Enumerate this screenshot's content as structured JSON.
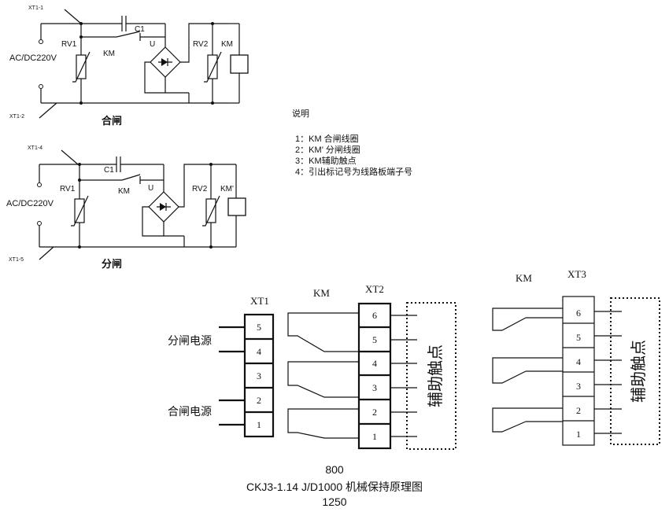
{
  "circuits": {
    "closing": {
      "terminal_top": "XT1-1",
      "terminal_bottom": "XT1-2",
      "supply": "AC/DC220V",
      "capacitor": "C1",
      "varistor1": "RV1",
      "contact": "KM",
      "rectifier": "U",
      "varistor2": "RV2",
      "coil": "KM",
      "caption": "合闸"
    },
    "opening": {
      "terminal_top": "XT1-4",
      "terminal_bottom": "XT1-5",
      "supply": "AC/DC220V",
      "capacitor": "C1",
      "varistor1": "RV1",
      "contact": "KM",
      "rectifier": "U",
      "varistor2": "RV2",
      "coil": "KM'",
      "caption": "分闸"
    }
  },
  "notes": {
    "title": "说明",
    "items": [
      "1：KM 合闸线圈",
      "2：KM’ 分闸线圈",
      "3：KM辅助触点",
      "4：引出标记号为线路板端子号"
    ]
  },
  "wiring": {
    "xt1": {
      "label": "XT1",
      "terminals": [
        "5",
        "4",
        "3",
        "2",
        "1"
      ],
      "open_power_label": "分闸电源",
      "close_power_label": "合闸电源"
    },
    "km_left": "KM",
    "xt2": {
      "label": "XT2",
      "terminals": [
        "6",
        "5",
        "4",
        "3",
        "2",
        "1"
      ]
    },
    "aux_left": "辅助触点",
    "km_right": "KM",
    "xt3": {
      "label": "XT3",
      "terminals": [
        "6",
        "5",
        "4",
        "3",
        "2",
        "1"
      ]
    },
    "aux_right": "辅助触点"
  },
  "footer": {
    "line1": "800",
    "line2": "CKJ3-1.14 J/D1000  机械保持原理图",
    "line3": "1250"
  }
}
